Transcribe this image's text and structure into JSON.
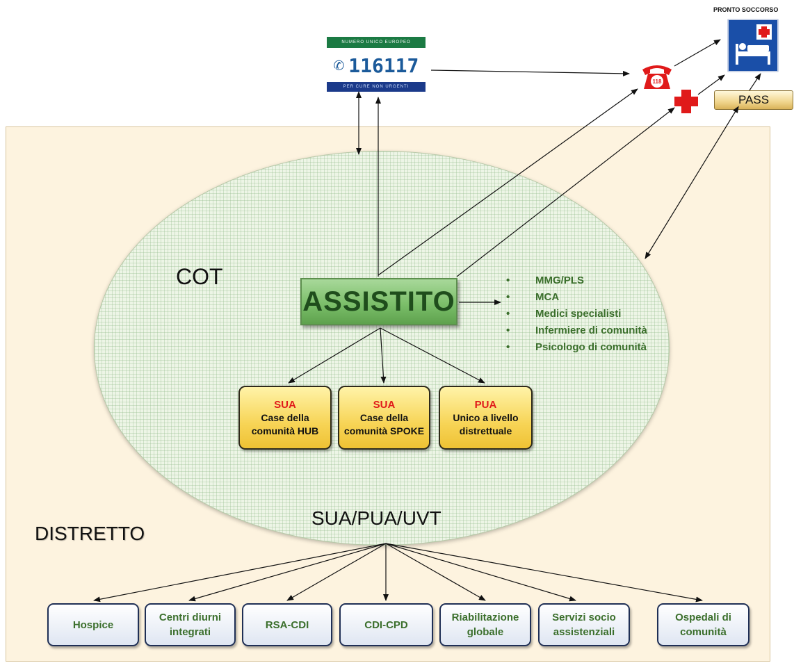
{
  "logo_116117": {
    "top_text": "NUMERO UNICO EUROPEO",
    "number": "116117",
    "bottom_text": "PER CURE NON URGENTI",
    "icon": "phone-icon"
  },
  "pronto_soccorso": {
    "title": "PRONTO SOCCORSO",
    "icon": "hospital-bed-cross-icon"
  },
  "phone_118": {
    "icon": "phone-118-icon",
    "label": "118"
  },
  "red_cross": {
    "icon": "red-cross-icon"
  },
  "pass": {
    "label": "PASS"
  },
  "labels": {
    "cot": "COT",
    "distretto": "DISTRETTO",
    "sua_pua_uvt": "SUA/PUA/UVT"
  },
  "assistito": {
    "label": "ASSISTITO"
  },
  "staff_list": [
    "MMG/PLS",
    "MCA",
    "Medici specialisti",
    "Infermiere di comunità",
    "Psicologo di comunità"
  ],
  "access_points": [
    {
      "title": "SUA",
      "line1": "Case della",
      "line2": "comunità HUB"
    },
    {
      "title": "SUA",
      "line1": "Case della",
      "line2": "comunità SPOKE"
    },
    {
      "title": "PUA",
      "line1": "Unico a livello",
      "line2": "distrettuale"
    }
  ],
  "services": [
    {
      "line1": "Hospice",
      "line2": ""
    },
    {
      "line1": "Centri diurni",
      "line2": "integrati"
    },
    {
      "line1": "RSA-CDI",
      "line2": ""
    },
    {
      "line1": "CDI-CPD",
      "line2": ""
    },
    {
      "line1": "Riabilitazione",
      "line2": "globale"
    },
    {
      "line1": "Servizi socio",
      "line2": "assistenziali"
    },
    {
      "line1": "Ospedali di",
      "line2": "comunità"
    }
  ],
  "colors": {
    "accent_green": "#3b6f2c",
    "assistito_green": "#7cbf6a",
    "access_yellow": "#f7d456",
    "title_red": "#e01a1a",
    "service_border": "#1f2f55",
    "district_bg": "#fdf3df",
    "sign_blue": "#1a4fa8"
  }
}
